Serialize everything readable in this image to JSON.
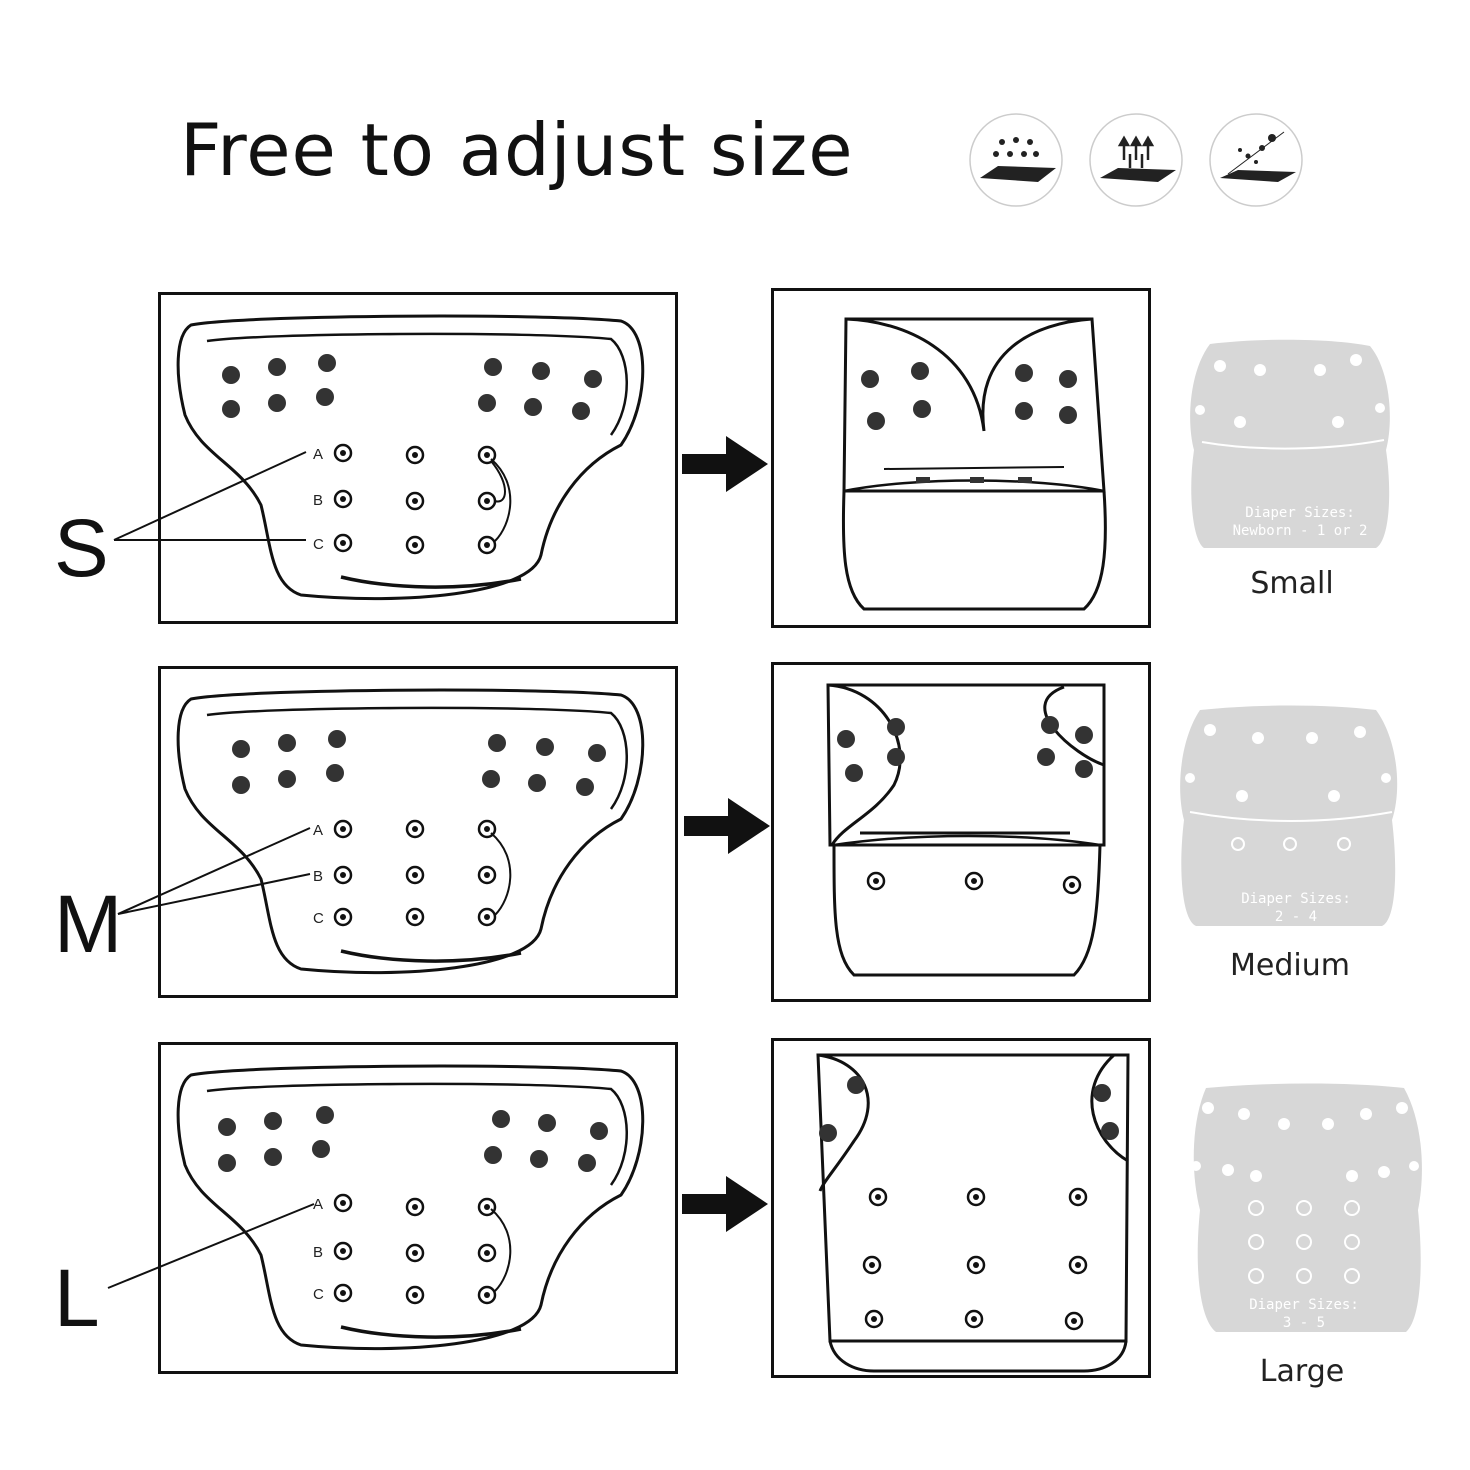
{
  "title": "Free to adjust size",
  "feature_icons": [
    {
      "name": "waterproof-drops-icon"
    },
    {
      "name": "breathable-arrows-icon"
    },
    {
      "name": "soft-particles-icon"
    }
  ],
  "rows": [
    {
      "letter": "S",
      "snap_labels": [
        "A",
        "B",
        "C"
      ],
      "size_name": "Small",
      "caption_line1": "Diaper Sizes:",
      "caption_line2": "Newborn - 1 or 2"
    },
    {
      "letter": "M",
      "snap_labels": [
        "A",
        "B",
        "C"
      ],
      "size_name": "Medium",
      "caption_line1": "Diaper Sizes:",
      "caption_line2": "2 - 4"
    },
    {
      "letter": "L",
      "snap_labels": [
        "A",
        "B",
        "C"
      ],
      "size_name": "Large",
      "caption_line1": "Diaper Sizes:",
      "caption_line2": "3 - 5"
    }
  ],
  "colors": {
    "ink": "#111111",
    "card_gray": "#d7d7d7"
  }
}
